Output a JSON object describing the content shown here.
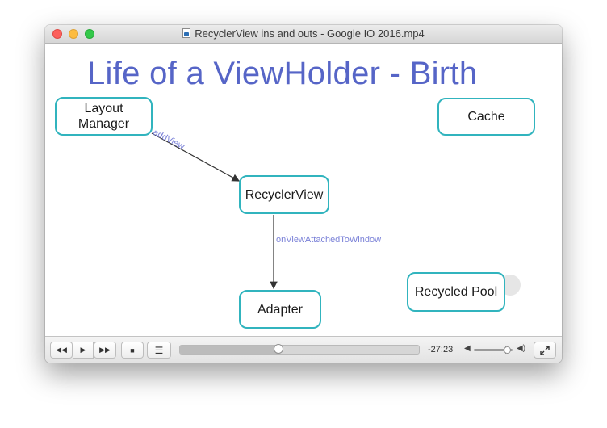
{
  "window": {
    "title": "RecyclerView ins and outs - Google IO 2016.mp4"
  },
  "slide": {
    "title": "Life of  a ViewHolder - Birth",
    "title_color": "#5665c7",
    "box_border_color": "#31b4be",
    "edge_label_color": "#7b82d8",
    "nodes": {
      "layout_manager": "Layout\nManager",
      "cache": "Cache",
      "recycler_view": "RecyclerView",
      "adapter": "Adapter",
      "recycled_pool": "Recycled Pool"
    },
    "edges": {
      "add_view": "addView",
      "on_view_attached": "onViewAttachedToWindow"
    }
  },
  "controls": {
    "rewind_icon": "rewind-icon",
    "play_icon": "play-icon",
    "fast_forward_icon": "fast-forward-icon",
    "stop_icon": "stop-icon",
    "playlist_icon": "playlist-icon",
    "fullscreen_icon": "fullscreen-icon",
    "rewind_glyph": "◀◀",
    "play_glyph": "▶",
    "fast_forward_glyph": "▶▶",
    "stop_glyph": "■",
    "playlist_glyph": "☰",
    "vol_low_glyph": "◀",
    "vol_high_glyph": "◀)",
    "time_remaining": "-27:23",
    "progress_fraction": 0.41,
    "volume_fraction": 0.85
  }
}
